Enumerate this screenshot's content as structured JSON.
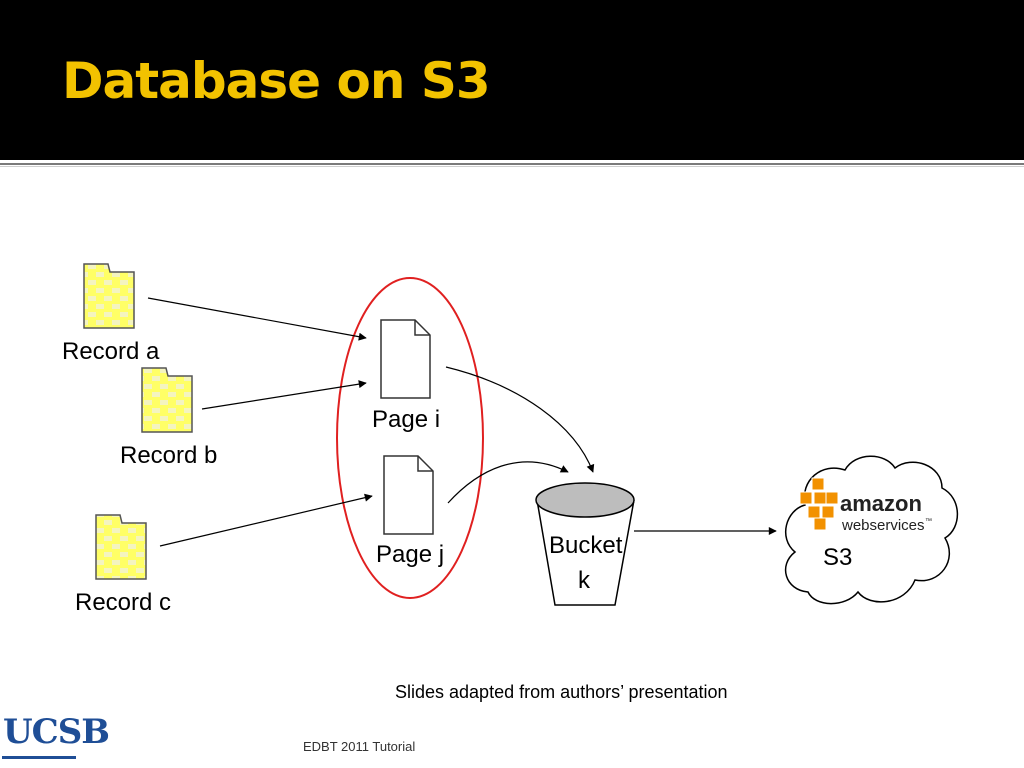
{
  "slide": {
    "title": "Database on S3",
    "credit": "Slides adapted from authors’ presentation",
    "footer": "EDBT 2011 Tutorial",
    "logo_text": "UCSB"
  },
  "diagram": {
    "records": [
      "Record a",
      "Record b",
      "Record c"
    ],
    "pages": [
      "Page i",
      "Page j"
    ],
    "bucket": [
      "Bucket",
      "k"
    ],
    "aws": {
      "brand": "amazon",
      "sub": "webservices",
      "tm": "™",
      "service": "S3"
    }
  },
  "colors": {
    "title": "#f2c200",
    "header_bg": "#000000",
    "highlight_ellipse": "#e02020",
    "record_yellow": "#ffff66",
    "aws_orange": "#f29100",
    "logo_blue": "#1f4e96"
  }
}
